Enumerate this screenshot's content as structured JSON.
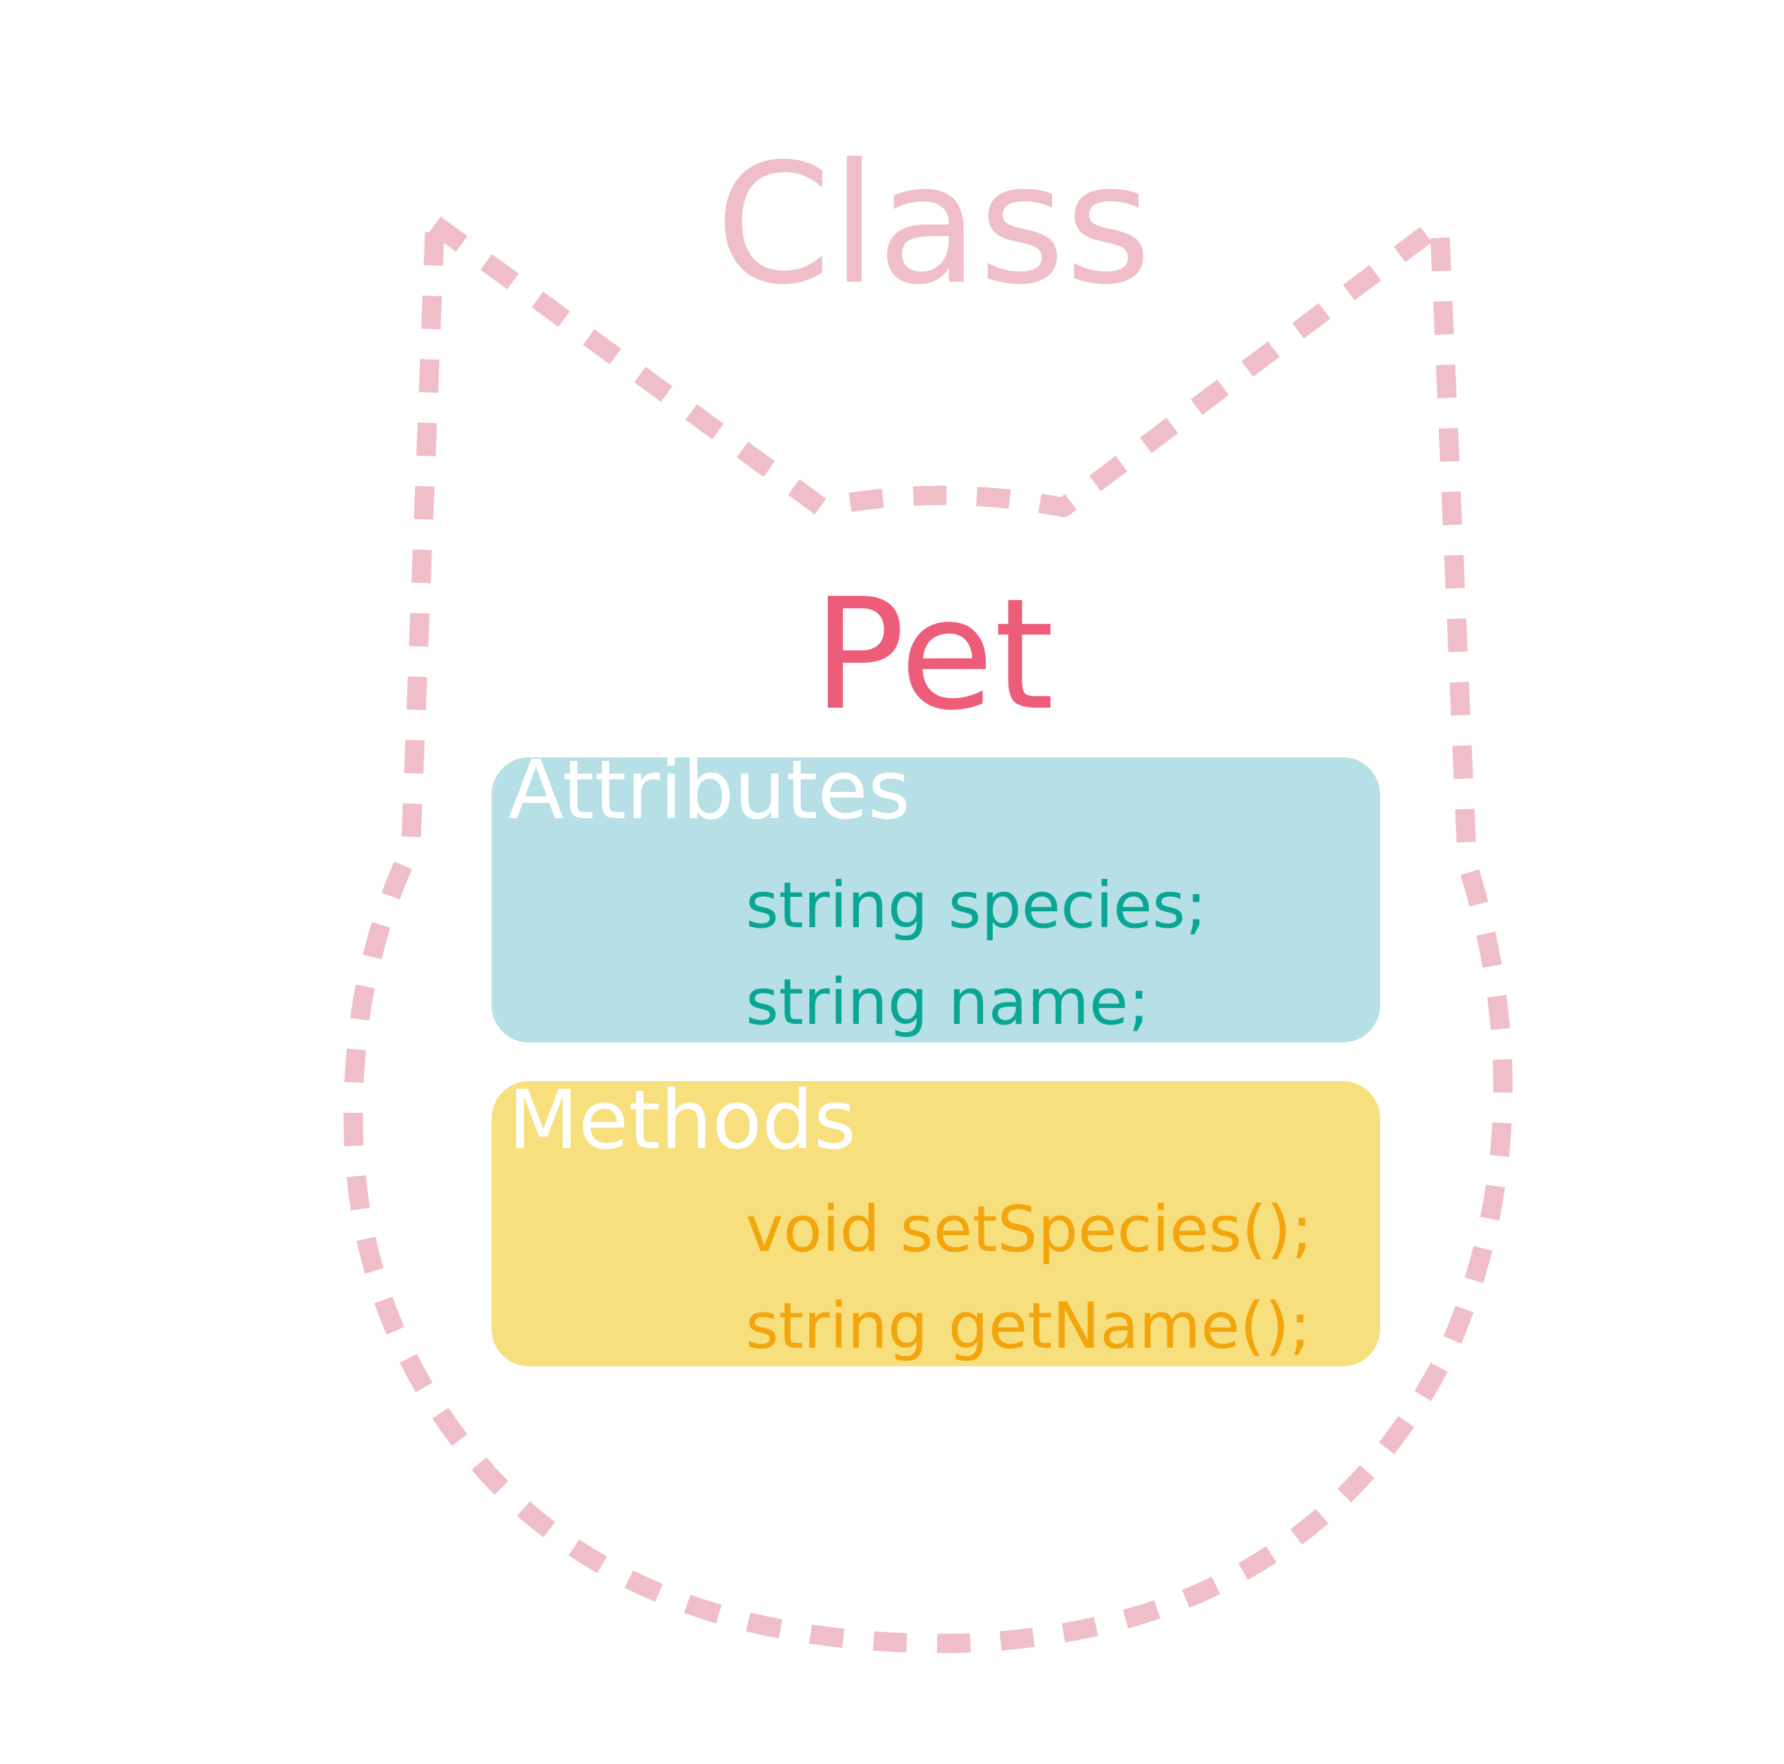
{
  "colors": {
    "background": "#ffffff",
    "outline": "#f0bec8",
    "class_title": "#f0bec8",
    "pet_title": "#ed5d7a",
    "attributes_box": "#b6e0e5",
    "attributes_text": "#0aa695",
    "methods_box": "#f6df7c",
    "methods_text": "#f2a50d",
    "box_label": "#ffffff"
  },
  "class_title": "Class",
  "pet_title": "Pet",
  "attributes": {
    "label": "Attributes",
    "items": [
      "string species;",
      "string name;"
    ]
  },
  "methods": {
    "label": "Methods",
    "items": [
      "void setSpecies();",
      "string getName();"
    ]
  }
}
